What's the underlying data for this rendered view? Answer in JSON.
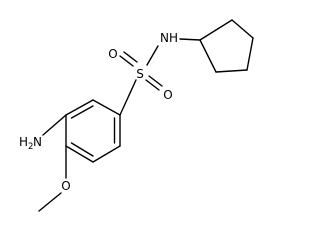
{
  "molecule": {
    "atoms": {
      "sulfonyl_s": "S",
      "sulfonyl_o_upper": "O",
      "sulfonyl_o_lower": "O",
      "amide_nh": "NH",
      "amino_h": "H",
      "amino_n": "N",
      "amino_sub": "2",
      "methoxy_o": "O"
    }
  }
}
